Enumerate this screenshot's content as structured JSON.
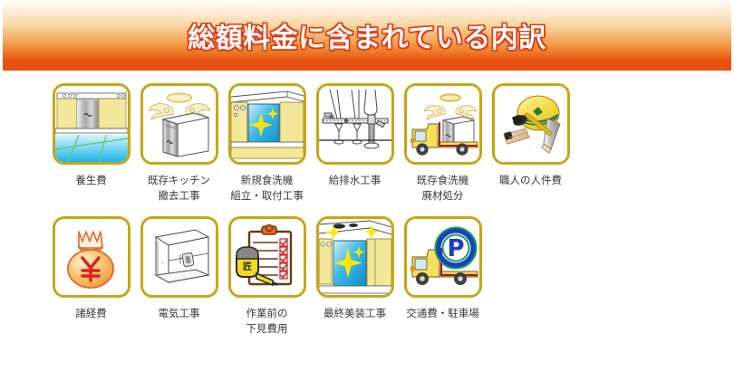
{
  "header": {
    "title": "総額料金に含まれている内訳",
    "gradient_top": "#fffdf8",
    "gradient_bottom": "#e8500f",
    "title_color": "#ffffff",
    "title_outline_color": "#e03a10"
  },
  "theme": {
    "frame_border": "#c8a516",
    "frame_background": "#ffffff",
    "label_color": "#3a3a3a",
    "page_background": "#ffffff",
    "accent_yellow": "#f2e27a",
    "accent_orange": "#f5a03c",
    "accent_blue": "#1b9fd8"
  },
  "rows": [
    {
      "items": [
        {
          "icon": "kitchen-floor-protection-icon",
          "line1": "養生費",
          "line2": ""
        },
        {
          "icon": "existing-kitchen-removal-icon",
          "line1": "既存キッチン",
          "line2": "撤去工事"
        },
        {
          "icon": "new-dishwasher-install-icon",
          "line1": "新規食洗機",
          "line2": "組立・取付工事"
        },
        {
          "icon": "plumbing-pipes-icon",
          "line1": "給排水工事",
          "line2": ""
        },
        {
          "icon": "disposal-truck-icon",
          "line1": "既存食洗機",
          "line2": "廃材処分"
        },
        {
          "icon": "craftsman-tools-icon",
          "line1": "職人の人件費",
          "line2": ""
        }
      ]
    },
    {
      "items": [
        {
          "icon": "money-bag-yen-icon",
          "line1": "諸経費",
          "line2": ""
        },
        {
          "icon": "electrical-cabinet-icon",
          "line1": "電気工事",
          "line2": ""
        },
        {
          "icon": "clipboard-tape-measure-icon",
          "line1": "作業前の",
          "line2": "下見費用"
        },
        {
          "icon": "final-cleaning-sparkle-icon",
          "line1": "最終美装工事",
          "line2": ""
        },
        {
          "icon": "parking-truck-icon",
          "line1": "交通費・駐車場",
          "line2": ""
        }
      ]
    }
  ]
}
